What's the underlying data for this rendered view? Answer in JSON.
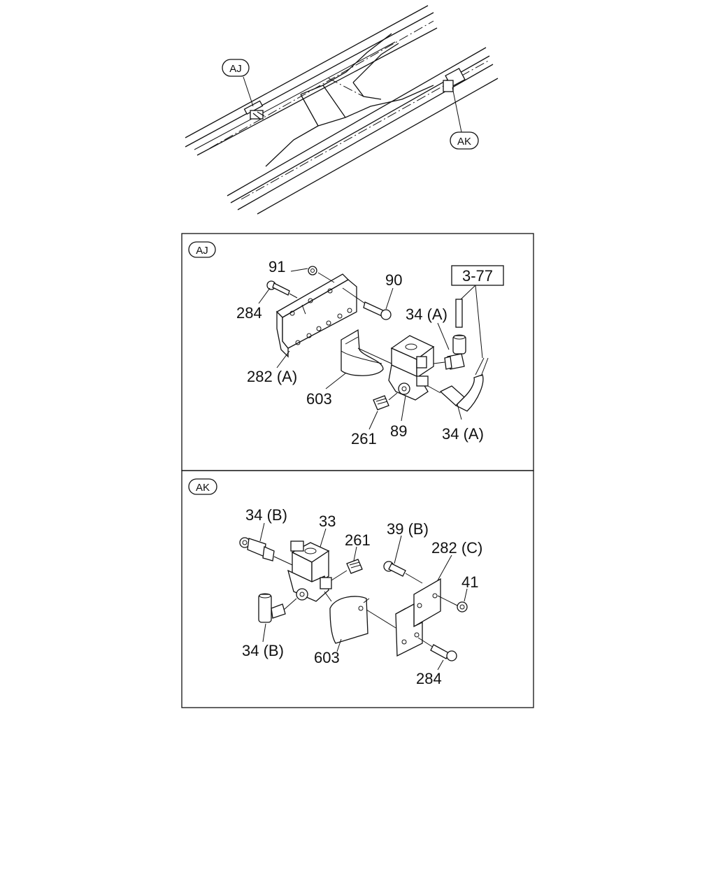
{
  "overview": {
    "callouts": {
      "aj": "AJ",
      "ak": "AK"
    }
  },
  "panel_aj": {
    "tag": "AJ",
    "ref_box": "3-77",
    "labels": {
      "p91": "91",
      "p90": "90",
      "p284": "284",
      "p282a": "282 (A)",
      "p603": "603",
      "p34a_top": "34 (A)",
      "p34a_bottom": "34 (A)",
      "p261": "261",
      "p89": "89"
    }
  },
  "panel_ak": {
    "tag": "AK",
    "labels": {
      "p34b_top": "34 (B)",
      "p33": "33",
      "p261": "261",
      "p39b": "39 (B)",
      "p282c": "282 (C)",
      "p41": "41",
      "p34b_bottom": "34 (B)",
      "p603": "603",
      "p284": "284"
    }
  }
}
